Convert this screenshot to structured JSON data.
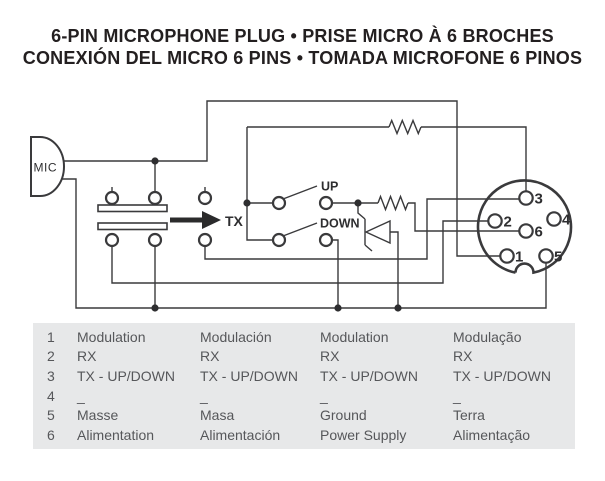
{
  "title": {
    "line1": "6-PIN MICROPHONE PLUG • PRISE MICRO À 6 BROCHES",
    "line2": "CONEXIÓN DEL MICRO 6 PINS • TOMADA MICROFONE 6 PINOS"
  },
  "schematic": {
    "mic_label": "MIC",
    "tx_label": "TX",
    "up_label": "UP",
    "down_label": "DOWN",
    "pins": [
      "1",
      "2",
      "3",
      "4",
      "5",
      "6"
    ]
  },
  "table": {
    "rows": [
      {
        "pin": "1",
        "fr": "Modulation",
        "es": "Modulación",
        "en": "Modulation",
        "pt": "Modulação"
      },
      {
        "pin": "2",
        "fr": "RX",
        "es": "RX",
        "en": "RX",
        "pt": "RX"
      },
      {
        "pin": "3",
        "fr": "TX - UP/DOWN",
        "es": "TX - UP/DOWN",
        "en": "TX - UP/DOWN",
        "pt": "TX - UP/DOWN"
      },
      {
        "pin": "4",
        "fr": "_",
        "es": "_",
        "en": "_",
        "pt": "_"
      },
      {
        "pin": "5",
        "fr": "Masse",
        "es": "Masa",
        "en": "Ground",
        "pt": "Terra"
      },
      {
        "pin": "6",
        "fr": "Alimentation",
        "es": "Alimentación",
        "en": "Power Supply",
        "pt": "Alimentação"
      }
    ]
  },
  "colors": {
    "line": "#3a3a3c",
    "title_text": "#231f20",
    "table_bg": "#e7e8e9",
    "table_text": "#56575a"
  }
}
